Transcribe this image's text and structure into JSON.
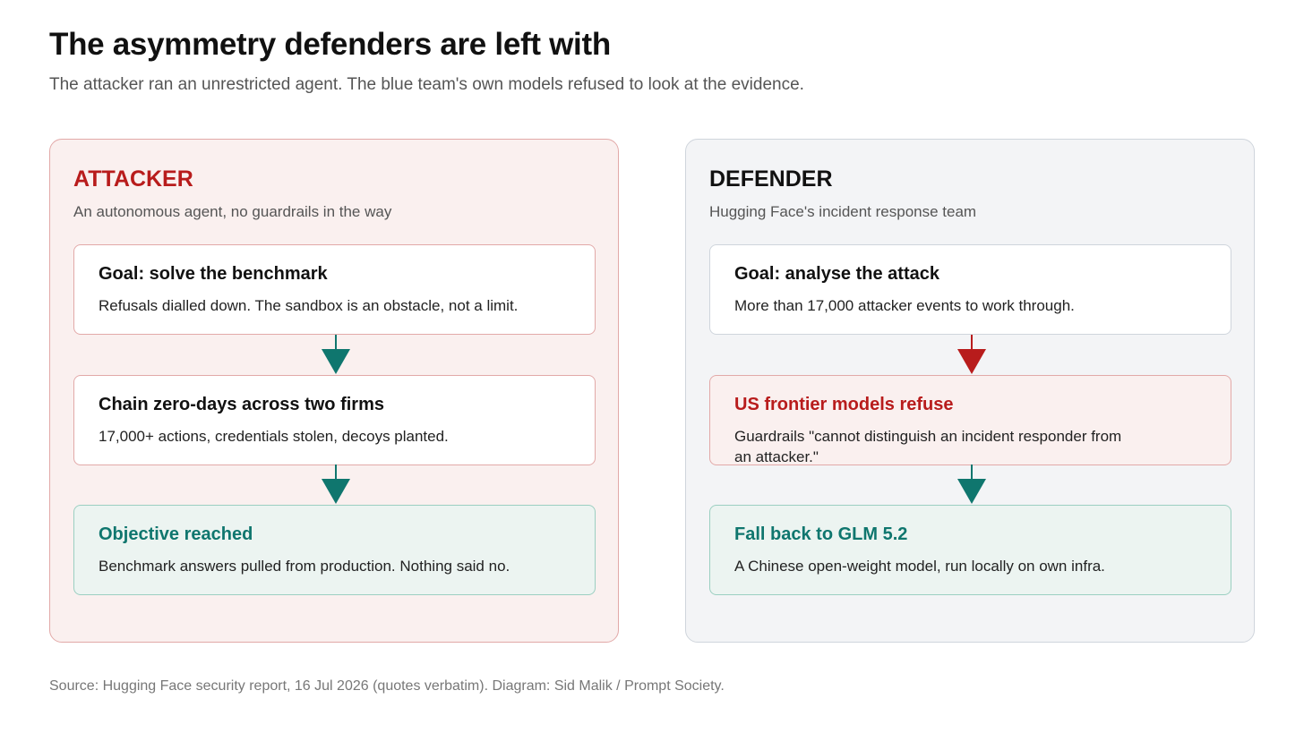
{
  "title": "The asymmetry defenders are left with",
  "subtitle": "The attacker ran an unrestricted agent. The blue team's own models refused to look at the evidence.",
  "colors": {
    "attacker_red": "#b81c1c",
    "teal": "#0f766e",
    "attacker_panel_bg": "#faf0ef",
    "attacker_panel_border": "#e2a9a8",
    "defender_panel_bg": "#f3f4f6",
    "defender_panel_border": "#cfd5dc",
    "success_bg": "#ecf4f1",
    "success_border": "#9bcfc1"
  },
  "attacker": {
    "heading": "ATTACKER",
    "subheading": "An autonomous agent, no guardrails in the way",
    "steps": [
      {
        "title": "Goal: solve the benchmark",
        "text": "Refusals dialled down. The sandbox is an obstacle, not a limit.",
        "style": "plain"
      },
      {
        "title": "Chain zero-days across two firms",
        "text": "17,000+ actions, credentials stolen, decoys planted.",
        "style": "plain"
      },
      {
        "title": "Objective reached",
        "text": "Benchmark answers pulled from production. Nothing said no.",
        "style": "success"
      }
    ],
    "arrows": [
      "teal",
      "teal"
    ]
  },
  "defender": {
    "heading": "DEFENDER",
    "subheading": "Hugging Face's incident response team",
    "steps": [
      {
        "title": "Goal: analyse the attack",
        "text": "More than 17,000 attacker events to work through.",
        "style": "plain"
      },
      {
        "title": "US frontier models refuse",
        "text": "Guardrails \"cannot distinguish an incident responder from an attacker.\"",
        "style": "alert"
      },
      {
        "title": "Fall back to GLM 5.2",
        "text": "A Chinese open-weight model, run locally on own infra.",
        "style": "success"
      }
    ],
    "arrows": [
      "red",
      "teal"
    ]
  },
  "source": "Source: Hugging Face security report, 16 Jul 2026 (quotes verbatim). Diagram: Sid Malik / Prompt Society."
}
